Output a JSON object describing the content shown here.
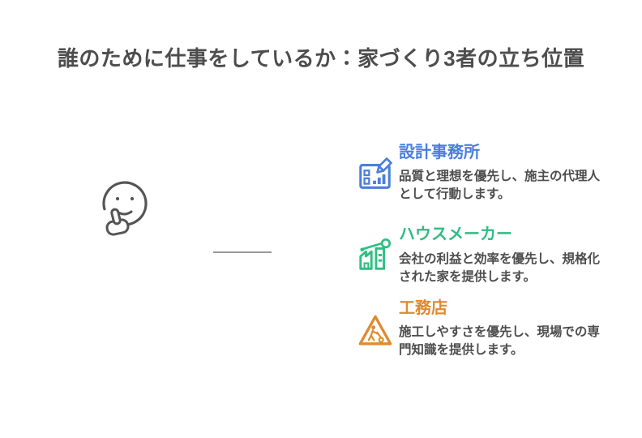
{
  "page": {
    "title": "誰のために仕事をしているか：家づくり3者の立ち位置"
  },
  "colors": {
    "title_text": "#4d4d4d",
    "body_text": "#4d4d4d",
    "face_stroke": "#555555",
    "connector_line": "#999999",
    "blue": "#4a7fdd",
    "green": "#2fbe82",
    "orange": "#e08a2d"
  },
  "figure": {
    "icon": "thinking-face-icon"
  },
  "items": [
    {
      "icon": "blueprint-pencil-icon",
      "accent": "#4a7fdd",
      "title": "設計事務所",
      "desc_line1": "品質と理想を優先し、施主の代理人",
      "desc_line2": "として行動します。"
    },
    {
      "icon": "factory-icon",
      "accent": "#2fbe82",
      "title": "ハウスメーカー",
      "desc_line1": "会社の利益と効率を優先し、規格化",
      "desc_line2": "された家を提供します。"
    },
    {
      "icon": "construction-sign-icon",
      "accent": "#e08a2d",
      "title": "工務店",
      "desc_line1": "施工しやすさを優先し、現場での専",
      "desc_line2": "門知識を提供します。"
    }
  ]
}
